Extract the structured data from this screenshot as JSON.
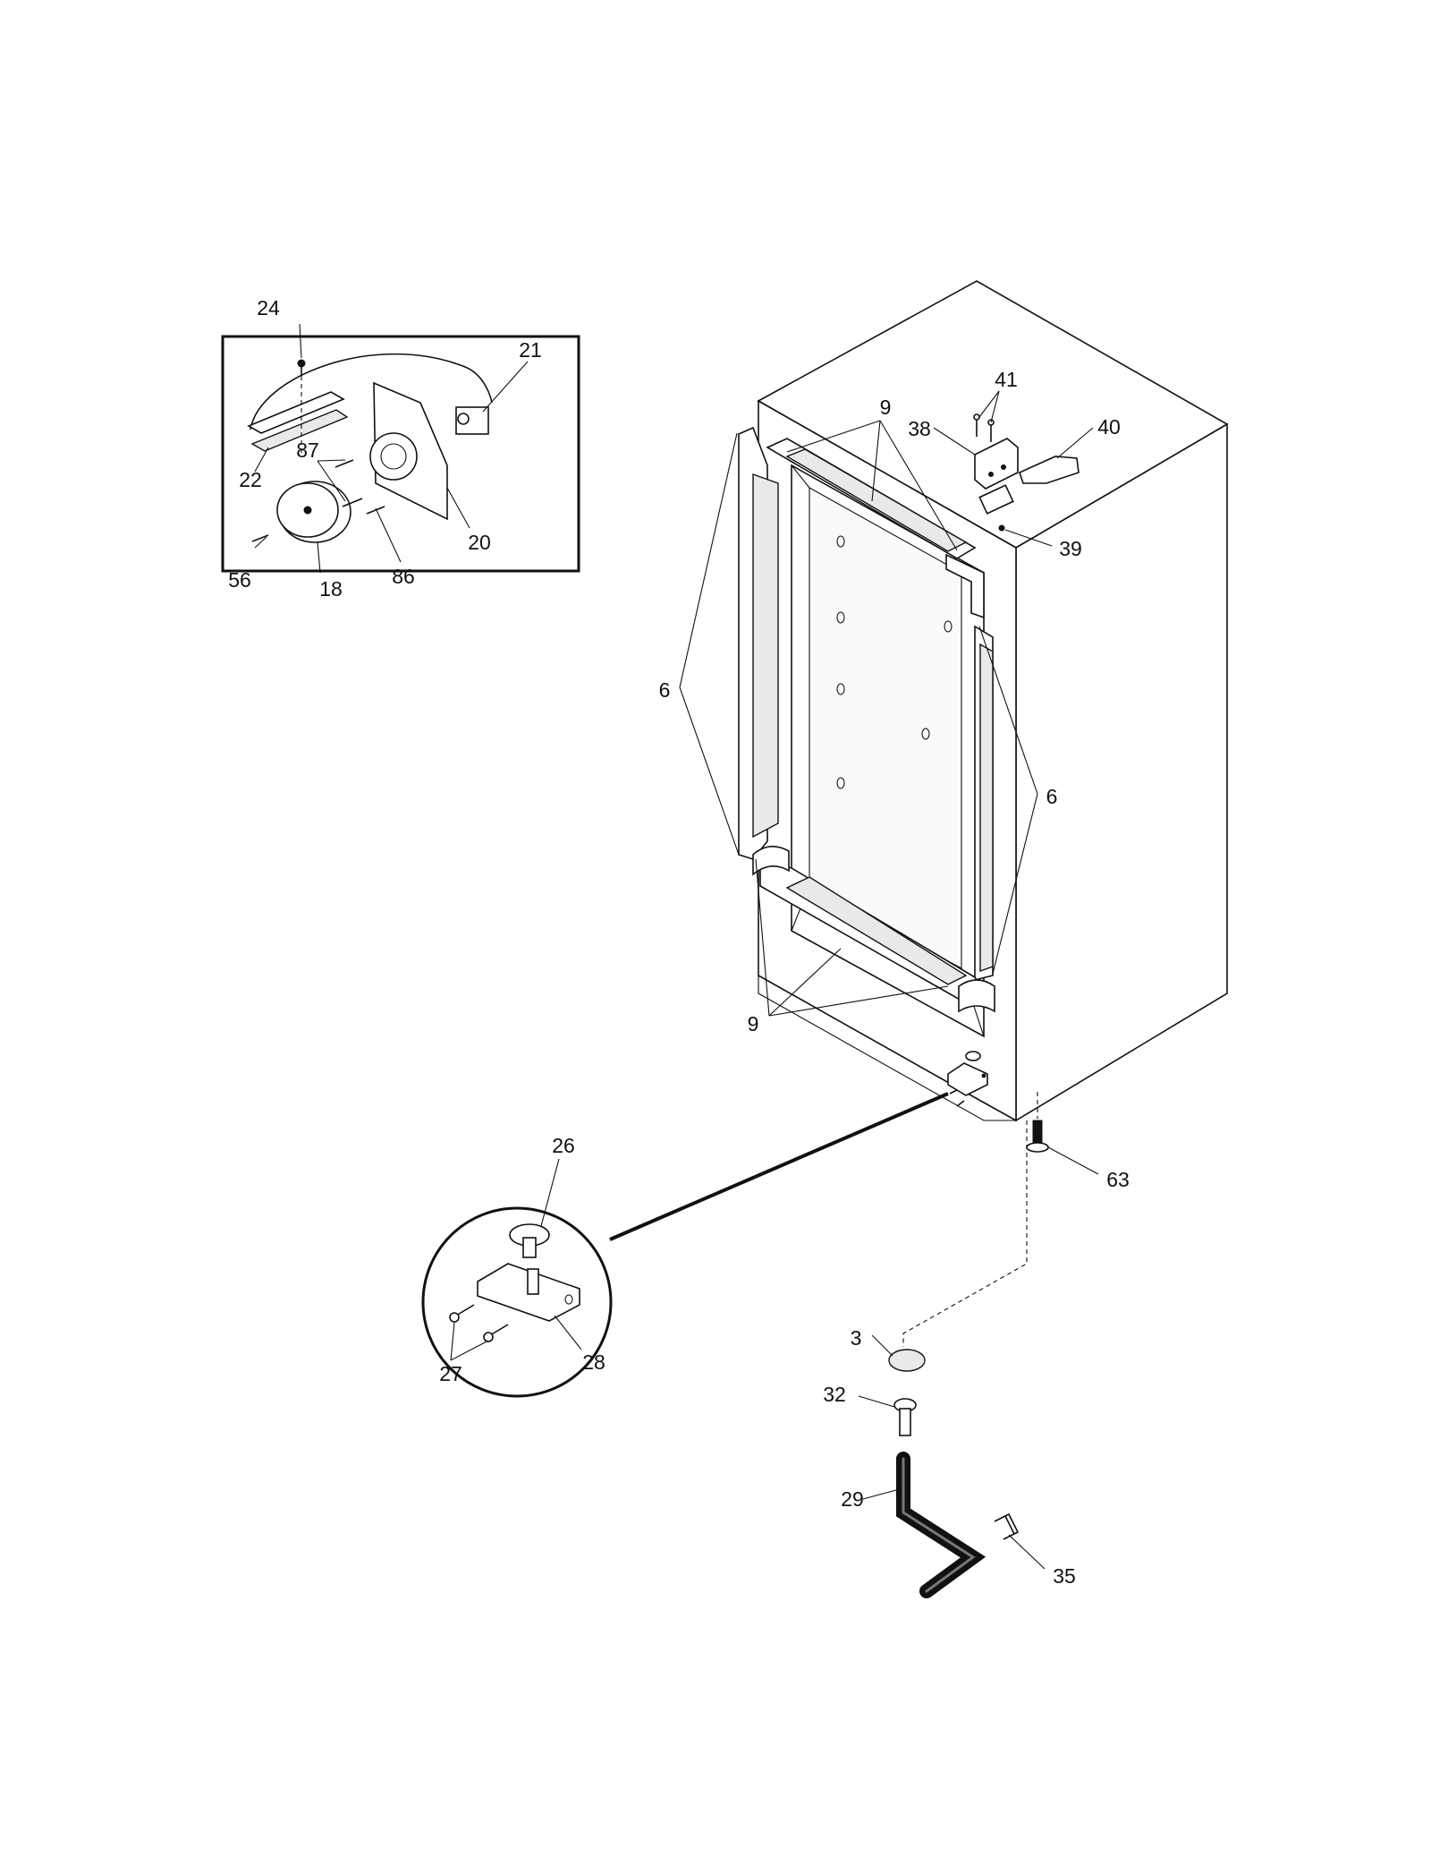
{
  "callouts": [
    {
      "id": "c24",
      "text": "24"
    },
    {
      "id": "c21",
      "text": "21"
    },
    {
      "id": "c87",
      "text": "87"
    },
    {
      "id": "c22",
      "text": "22"
    },
    {
      "id": "c20",
      "text": "20"
    },
    {
      "id": "c56",
      "text": "56"
    },
    {
      "id": "c18",
      "text": "18"
    },
    {
      "id": "c86",
      "text": "86"
    },
    {
      "id": "c9top",
      "text": "9"
    },
    {
      "id": "c41",
      "text": "41"
    },
    {
      "id": "c38",
      "text": "38"
    },
    {
      "id": "c40",
      "text": "40"
    },
    {
      "id": "c39",
      "text": "39"
    },
    {
      "id": "c6left",
      "text": "6"
    },
    {
      "id": "c6right",
      "text": "6"
    },
    {
      "id": "c9bottom",
      "text": "9"
    },
    {
      "id": "c26",
      "text": "26"
    },
    {
      "id": "c63",
      "text": "63"
    },
    {
      "id": "c27",
      "text": "27"
    },
    {
      "id": "c28",
      "text": "28"
    },
    {
      "id": "c3",
      "text": "3"
    },
    {
      "id": "c32",
      "text": "32"
    },
    {
      "id": "c29",
      "text": "29"
    },
    {
      "id": "c35",
      "text": "35"
    }
  ]
}
